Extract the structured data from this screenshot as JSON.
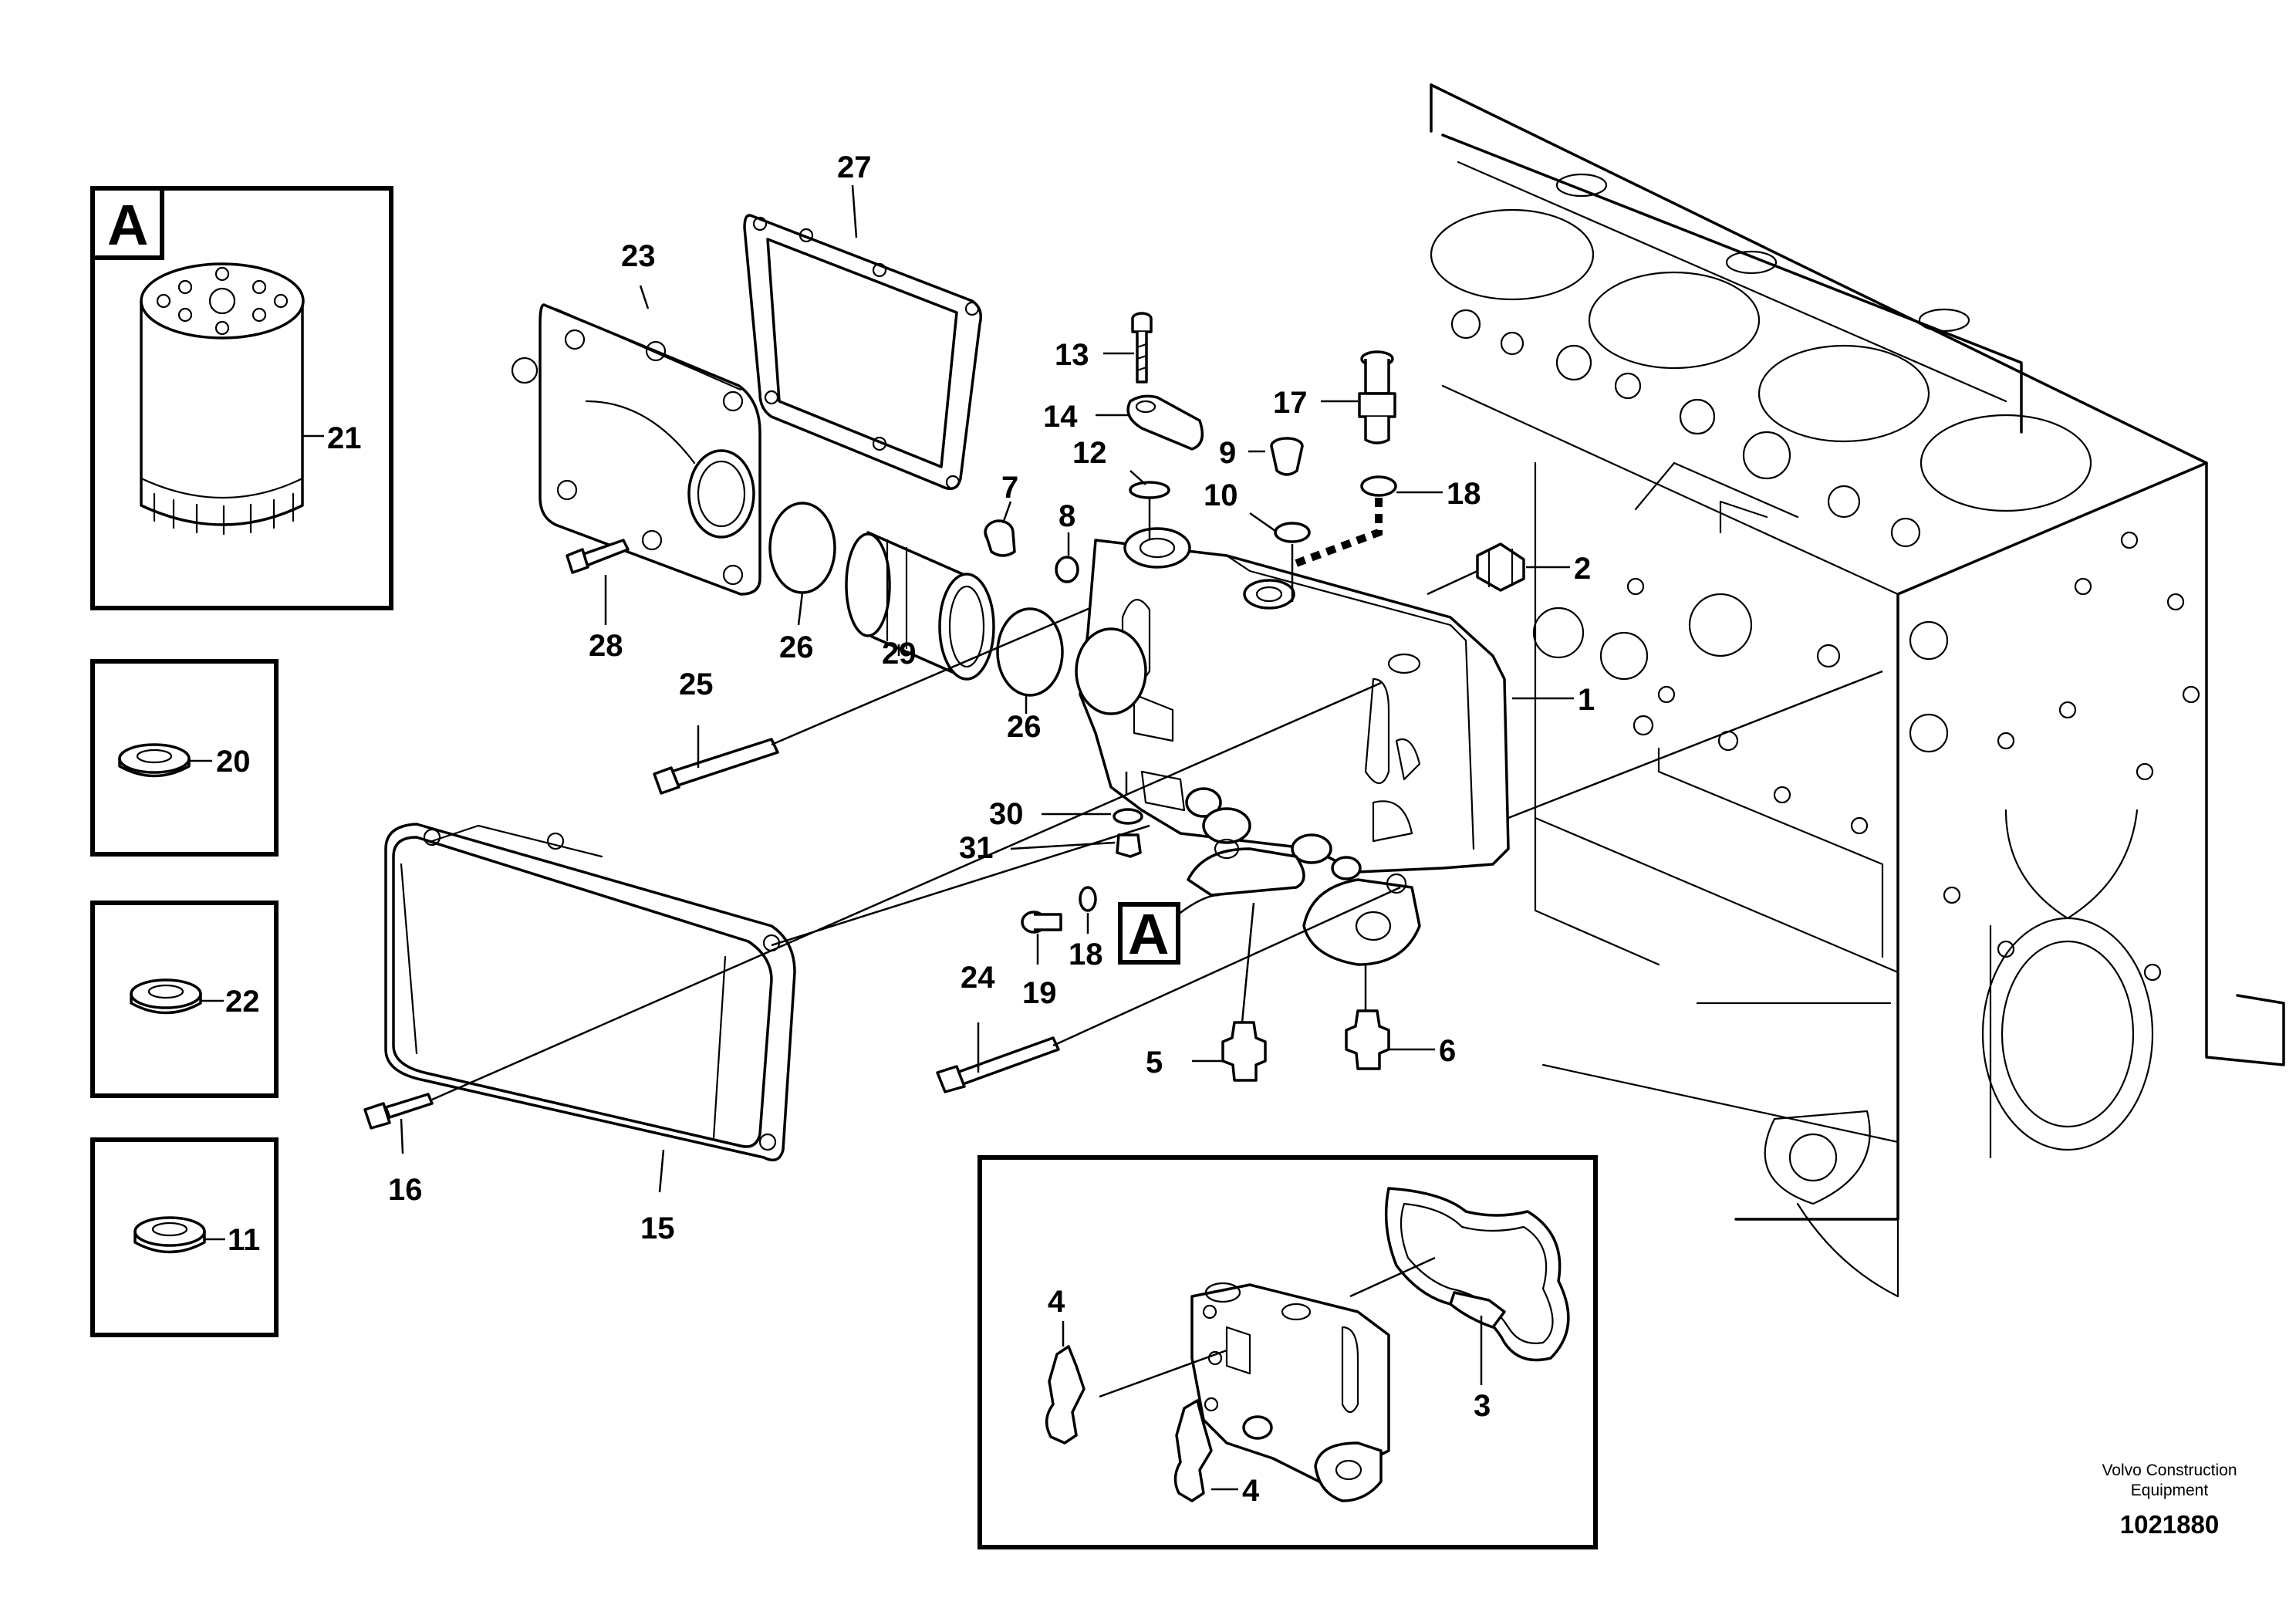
{
  "callouts": {
    "c1": "1",
    "c2": "2",
    "c3": "3",
    "c4a": "4",
    "c4b": "4",
    "c5": "5",
    "c6": "6",
    "c7": "7",
    "c8": "8",
    "c9": "9",
    "c10": "10",
    "c11": "11",
    "c12": "12",
    "c13": "13",
    "c14": "14",
    "c15": "15",
    "c16": "16",
    "c17": "17",
    "c18a": "18",
    "c18b": "18",
    "c19": "19",
    "c20": "20",
    "c21": "21",
    "c22": "22",
    "c23": "23",
    "c24": "24",
    "c25": "25",
    "c26a": "26",
    "c26b": "26",
    "c27": "27",
    "c28": "28",
    "c29": "29",
    "c30": "30",
    "c31": "31"
  },
  "detail_refs": {
    "inset_tag": "A",
    "main_tag": "A"
  },
  "footer": {
    "brand_line1": "Volvo Construction",
    "brand_line2": "Equipment",
    "drawing_number": "1021880"
  },
  "icons": [
    "oil-filter-icon",
    "washer-icon",
    "bolt-icon",
    "engine-block-icon",
    "oil-cooler-icon",
    "filter-housing-icon"
  ]
}
